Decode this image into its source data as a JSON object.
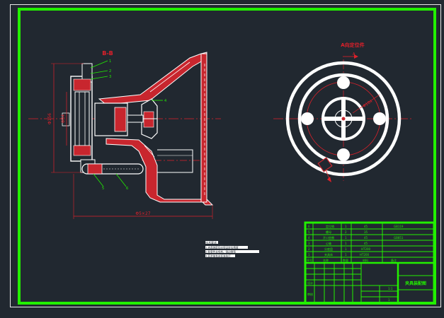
{
  "colors": {
    "background": "#212830",
    "frame_outer": "#e8e8e8",
    "frame_inner": "#22f000",
    "part_outline": "#ffffff",
    "section_fill": "#c8262e",
    "centerline": "#e0202a",
    "dimension": "#e0202a",
    "leader": "#22f000",
    "title_block": "#22f000"
  },
  "drawing": {
    "section_label": "B-B",
    "view_label": "A向定位件",
    "view_arrow_label": "A",
    "dim_bottom": "Φ5×27",
    "dim_left_outer": "Φ156",
    "dim_left_inner": "Φ84",
    "dim_right_view": "Φ104",
    "leader_numbers": [
      "1",
      "2",
      "3",
      "4",
      "5",
      "6"
    ]
  },
  "notes": {
    "heading": "技术要求",
    "lines": [
      "1.夹具装配后应保证定位精度",
      "2.各零件去毛刺，锐边倒钝",
      "3.其余按有关标准执行"
    ]
  },
  "title_block": {
    "bom_rows": [
      {
        "no": "6",
        "name": "定位销",
        "qty": "1",
        "material": "45",
        "note": "GB119"
      },
      {
        "no": "5",
        "name": "螺母",
        "qty": "2",
        "material": "35",
        "note": ""
      },
      {
        "no": "4",
        "name": "开口垫圈",
        "qty": "1",
        "material": "45",
        "note": "GB851"
      },
      {
        "no": "3",
        "name": "心轴",
        "qty": "1",
        "material": "45",
        "note": ""
      },
      {
        "no": "2",
        "name": "分度盘",
        "qty": "1",
        "material": "HT200",
        "note": ""
      },
      {
        "no": "1",
        "name": "夹具体",
        "qty": "1",
        "material": "HT200",
        "note": ""
      }
    ],
    "header": {
      "no": "序号",
      "name": "名称",
      "qty": "数量",
      "material": "材料",
      "note": "备注"
    },
    "drawing_title": "夹具装配图",
    "scale": "1:1",
    "sheet": "1",
    "designer_label": "设计",
    "checker_label": "审核"
  }
}
